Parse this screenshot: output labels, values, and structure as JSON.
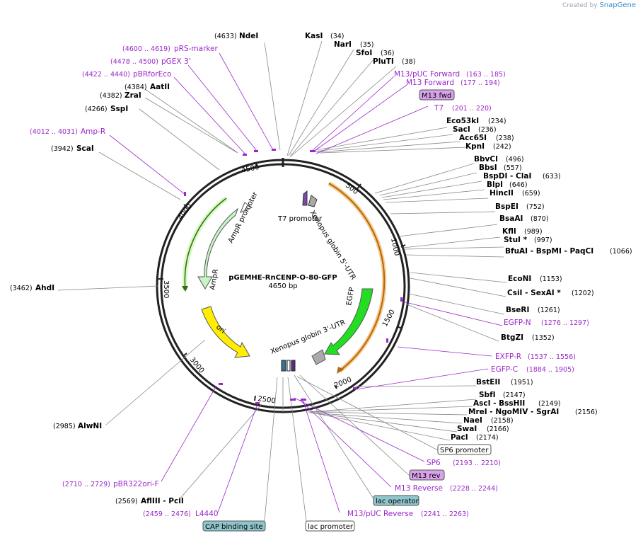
{
  "credit": {
    "prefix": "Created by",
    "brand": "SnapGene"
  },
  "plasmid": {
    "name": "pGEMHE-RnCENP-O-80-GFP",
    "length": "4650 bp"
  },
  "ticks": [
    "500",
    "1000",
    "1500",
    "2000",
    "2500",
    "3000",
    "3500",
    "4000",
    "4500"
  ],
  "enzymes": [
    {
      "name": "NdeI",
      "pos": "(4633)"
    },
    {
      "name": "KasI",
      "pos": "(34)"
    },
    {
      "name": "NarI",
      "pos": "(35)"
    },
    {
      "name": "SfoI",
      "pos": "(36)"
    },
    {
      "name": "PluTI",
      "pos": "(38)"
    },
    {
      "name": "AatII",
      "pos": "(4384)"
    },
    {
      "name": "ZraI",
      "pos": "(4382)"
    },
    {
      "name": "SspI",
      "pos": "(4266)"
    },
    {
      "name": "ScaI",
      "pos": "(3942)"
    },
    {
      "name": "Eco53kI",
      "pos": "(234)"
    },
    {
      "name": "SacI",
      "pos": "(236)"
    },
    {
      "name": "Acc65I",
      "pos": "(238)"
    },
    {
      "name": "KpnI",
      "pos": "(242)"
    },
    {
      "name": "BbvCI",
      "pos": "(496)"
    },
    {
      "name": "BbsI",
      "pos": "(557)"
    },
    {
      "name": "BspDI - ClaI",
      "pos": "(633)"
    },
    {
      "name": "BlpI",
      "pos": "(646)"
    },
    {
      "name": "HincII",
      "pos": "(659)"
    },
    {
      "name": "BspEI",
      "pos": "(752)"
    },
    {
      "name": "BsaAI",
      "pos": "(870)"
    },
    {
      "name": "KflI",
      "pos": "(989)"
    },
    {
      "name": "StuI *",
      "pos": "(997)"
    },
    {
      "name": "BfuAI - BspMI - PaqCI",
      "pos": "(1066)"
    },
    {
      "name": "EcoNI",
      "pos": "(1153)"
    },
    {
      "name": "CsiI - SexAI *",
      "pos": "(1202)"
    },
    {
      "name": "BseRI",
      "pos": "(1261)"
    },
    {
      "name": "BtgZI",
      "pos": "(1352)"
    },
    {
      "name": "AhdI",
      "pos": "(3462)"
    },
    {
      "name": "AlwNI",
      "pos": "(2985)"
    },
    {
      "name": "AflIII - PciI",
      "pos": "(2569)"
    },
    {
      "name": "BstEII",
      "pos": "(1951)"
    },
    {
      "name": "SbfI",
      "pos": "(2147)"
    },
    {
      "name": "AscI - BssHII",
      "pos": "(2149)"
    },
    {
      "name": "MreI - NgoMIV - SgrAI",
      "pos": "(2156)"
    },
    {
      "name": "NaeI",
      "pos": "(2158)"
    },
    {
      "name": "SwaI",
      "pos": "(2166)"
    },
    {
      "name": "PacI",
      "pos": "(2174)"
    }
  ],
  "primers": [
    {
      "name": "pRS-marker",
      "range": "(4600 .. 4619)"
    },
    {
      "name": "pGEX 3'",
      "range": "(4478 .. 4500)"
    },
    {
      "name": "pBRforEco",
      "range": "(4422 .. 4440)"
    },
    {
      "name": "Amp-R",
      "range": "(4012 .. 4031)"
    },
    {
      "name": "M13/pUC Forward",
      "range": "(163 .. 185)"
    },
    {
      "name": "M13 Forward",
      "range": "(177 .. 194)"
    },
    {
      "name": "T7",
      "range": "(201 .. 220)"
    },
    {
      "name": "EGFP-N",
      "range": "(1276 .. 1297)"
    },
    {
      "name": "EXFP-R",
      "range": "(1537 .. 1556)"
    },
    {
      "name": "EGFP-C",
      "range": "(1884 .. 1905)"
    },
    {
      "name": "SP6",
      "range": "(2193 .. 2210)"
    },
    {
      "name": "M13 Reverse",
      "range": "(2228 .. 2244)"
    },
    {
      "name": "M13/pUC Reverse",
      "range": "(2241 .. 2263)"
    },
    {
      "name": "pBR322ori-F",
      "range": "(2710 .. 2729)"
    },
    {
      "name": "L4440",
      "range": "(2459 .. 2476)"
    }
  ],
  "boxes": [
    "M13 fwd",
    "SP6 promoter",
    "M13 rev",
    "lac operator",
    "CAP binding site",
    "lac promoter"
  ],
  "features": [
    "AmpR promoter",
    "AmpR",
    "ori",
    "T7 promoter",
    "Xenopus globin 5'-UTR",
    "EGFP",
    "Xenopus globin 3'-UTR"
  ],
  "colors": {
    "primer": "#9b27c9",
    "egfp": "#22dd22",
    "ori": "#ffee00",
    "ampr": "#c8f5c8",
    "highlight": "#f5a442",
    "box_purple": "#d9a3ec",
    "box_teal": "#8fc5cc"
  }
}
